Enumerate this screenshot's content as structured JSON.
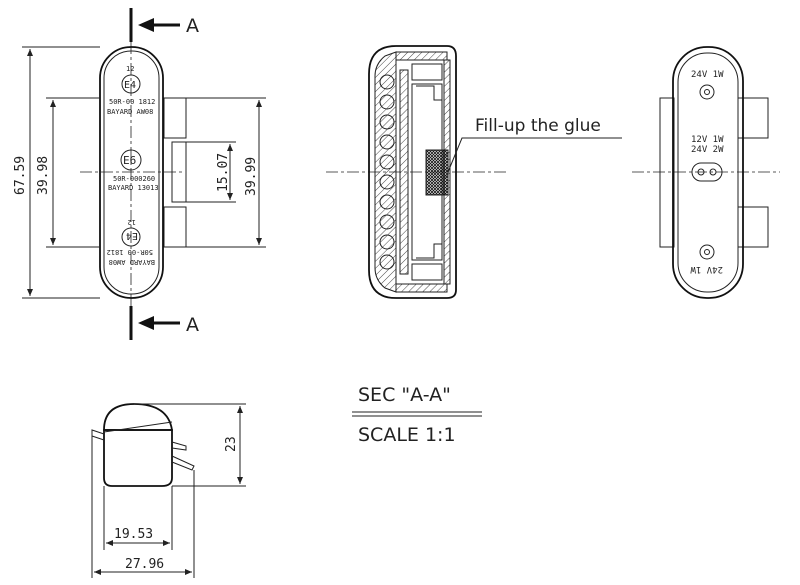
{
  "front_view": {
    "section_label_top": "A",
    "section_label_bottom": "A",
    "dim_overall_height": "67.59",
    "dim_left_inner": "39.98",
    "dim_center": "15.07",
    "dim_right_inner": "39.99",
    "top_marking_small": "12",
    "top_marking_e": "E4",
    "top_marking_line1": "50R-00 1812",
    "top_marking_line2": "BAYARD AW08",
    "mid_marking_e": "E6",
    "mid_marking_line1": "50R-000260",
    "mid_marking_line2": "BAYARD 13013",
    "bottom_marking_line1": "BAYARD AW08",
    "bottom_marking_line2": "50R-00 1812",
    "bottom_marking_e": "E4",
    "bottom_marking_small": "12"
  },
  "section_view": {
    "glue_note": "Fill-up the glue"
  },
  "rear_view": {
    "label_top": "24V 1W",
    "label_mid_line1": "12V 1W",
    "label_mid_line2": "24V 2W",
    "label_bottom": "24V 1W"
  },
  "side_view": {
    "dim_height": "23",
    "dim_inner_width": "19.53",
    "dim_overall_width": "27.96"
  },
  "title_block": {
    "section_title": "SEC \"A-A\"",
    "scale_label": "SCALE 1:1"
  }
}
